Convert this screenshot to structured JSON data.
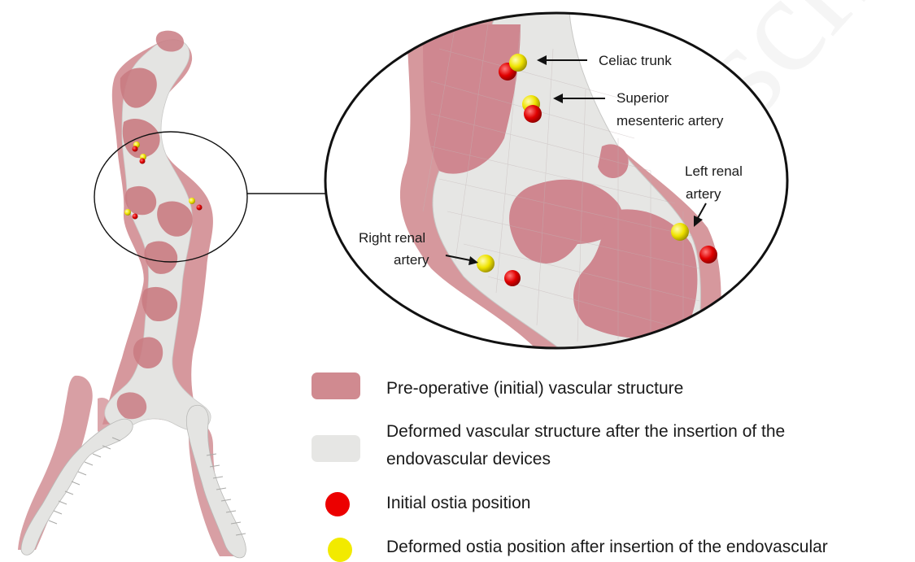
{
  "watermark": "manuscript",
  "zoom_labels": {
    "celiac": "Celiac trunk",
    "sma_line1": "Superior",
    "sma_line2": "mesenteric artery",
    "left_renal_line1": "Left renal",
    "left_renal_line2": "artery",
    "right_renal_line1": "Right renal",
    "right_renal_line2": "artery"
  },
  "legend": {
    "preop": "Pre-operative (initial) vascular structure",
    "deformed_line1": "Deformed vascular structure after the insertion of the",
    "deformed_line2": "endovascular devices",
    "initial_ostia": "Initial ostia position",
    "deformed_ostia": "Deformed ostia position after insertion of the endovascular"
  },
  "colors": {
    "preop": "#d08a90",
    "deformed": "#e6e6e4",
    "initial_ostia": "#e20000",
    "deformed_ostia": "#f2ea00"
  }
}
